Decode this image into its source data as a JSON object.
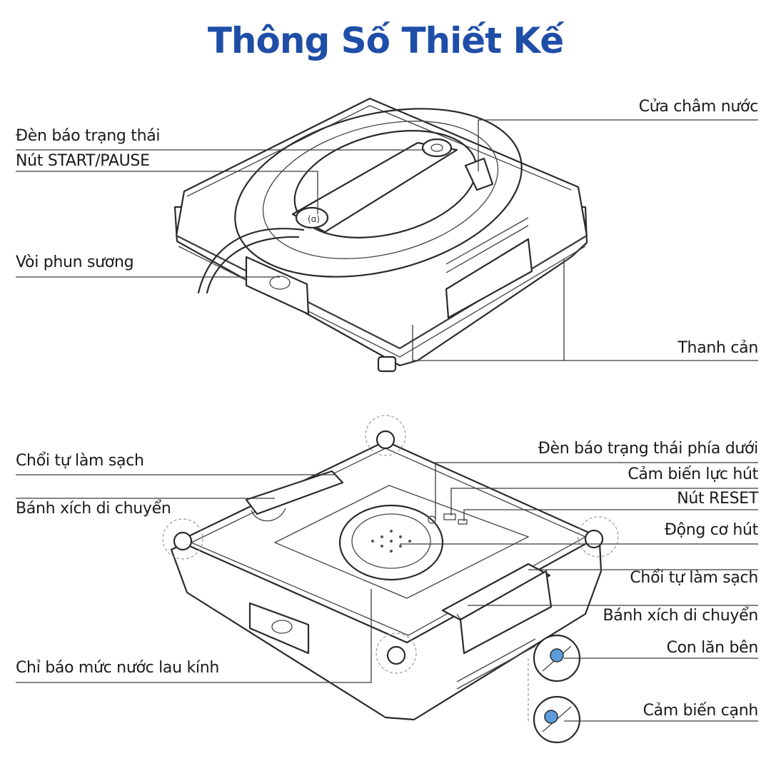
{
  "title": "Thông Số Thiết Kế",
  "accent_color": "#1f4ea8",
  "top_view": {
    "left_labels": {
      "status_light": "Đèn báo trạng thái",
      "start_pause": "Nút START/PAUSE",
      "mist_nozzle": "Vòi phun sương"
    },
    "right_labels": {
      "water_fill_port": "Cửa châm nước",
      "bumper": "Thanh cản"
    }
  },
  "bottom_view": {
    "left_labels": {
      "self_clean_brush": "Chổi tự làm sạch",
      "crawler_wheel": "Bánh xích di chuyển",
      "water_level_indicator": "Chỉ báo mức nước lau kính"
    },
    "right_labels": {
      "bottom_status_light": "Đèn báo trạng thái phía dưới",
      "suction_sensor": "Cảm biến lực hút",
      "reset_button": "Nút RESET",
      "suction_motor": "Động cơ hút",
      "self_clean_brush": "Chổi tự làm sạch",
      "crawler_wheel": "Bánh xích di chuyển",
      "side_roller": "Con lăn bên",
      "edge_sensor": "Cảm biến cạnh"
    }
  }
}
